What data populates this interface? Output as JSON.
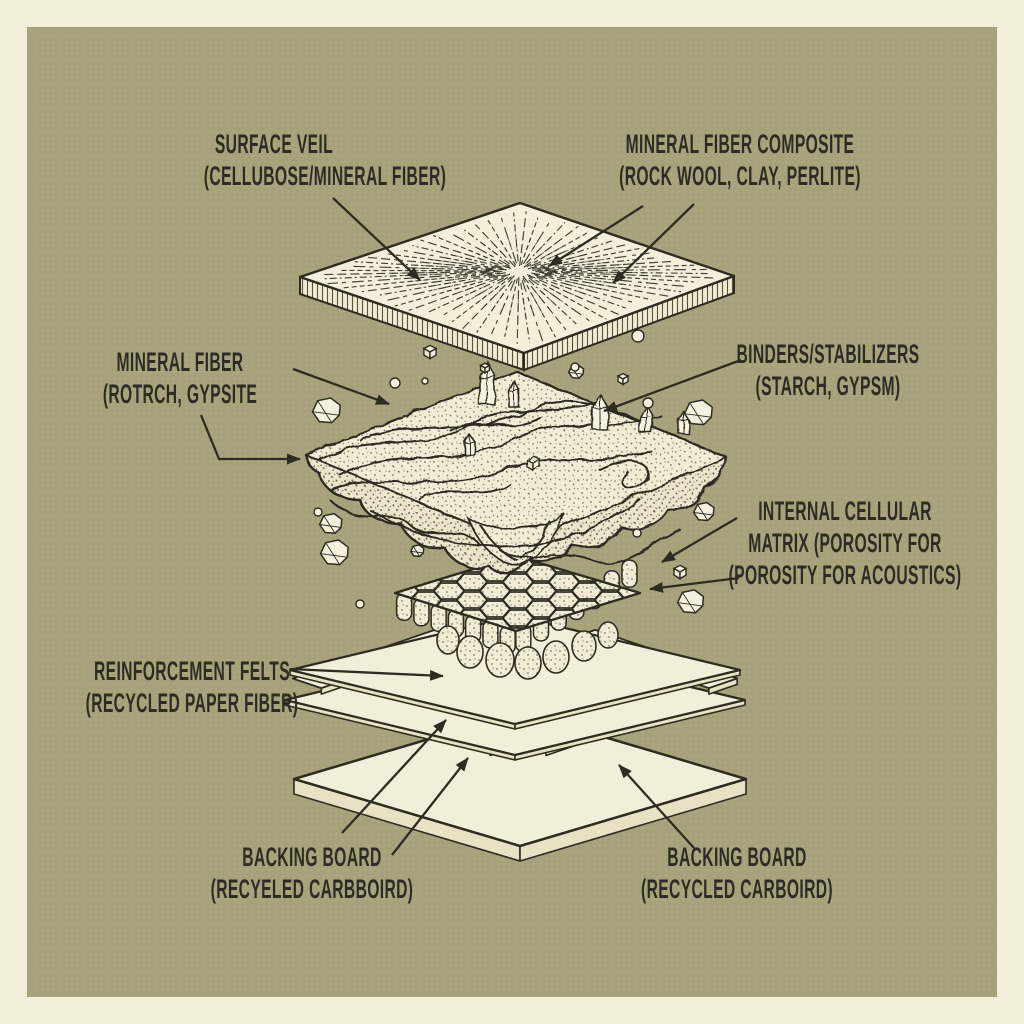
{
  "colors": {
    "background": "#a7a27c",
    "frame": "#f5f0dc",
    "ink": "#2e2c20",
    "paper": "#f3eed9",
    "paper_shade": "#e9e1c4"
  },
  "diagram": {
    "labels": {
      "surface_veil": {
        "lines": [
          "SURFACE VEIL",
          "(CELLUBOSE/MINERAL FIBER)"
        ]
      },
      "mineral_fiber_composite": {
        "lines": [
          "MINERAL FIBER COMPOSITE",
          "(ROCK WOOL, CLAY, PERLITE)"
        ]
      },
      "mineral_fiber": {
        "lines": [
          "MINERAL FIBER",
          "(ROTRCH, GYPSITE"
        ]
      },
      "binders_stabilizers": {
        "lines": [
          "BINDERS/STABILIZERS",
          "(STARCH, GYPSM)"
        ]
      },
      "internal_cellular_matrix": {
        "lines": [
          "INTERNAL CELLULAR",
          "MATRIX (POROSITY FOR",
          "(POROSITY FOR ACOUSTICS)"
        ]
      },
      "reinforcement_felts": {
        "lines": [
          "REINFORCEMENT FELTS",
          "(RECYCLED PAPER FIBER)"
        ]
      },
      "backing_board_left": {
        "lines": [
          "BACKING BOARD",
          "(RECYELED CARBBOIRD)"
        ]
      },
      "backing_board_right": {
        "lines": [
          "BACKING BOARD",
          "(RECYCLED CARBOIRD)"
        ]
      }
    },
    "layers": [
      {
        "name": "surface-veil-plate"
      },
      {
        "name": "mineral-fiber-core"
      },
      {
        "name": "internal-cellular-matrix"
      },
      {
        "name": "reinforcement-felt-sheets"
      },
      {
        "name": "backing-board"
      }
    ]
  }
}
